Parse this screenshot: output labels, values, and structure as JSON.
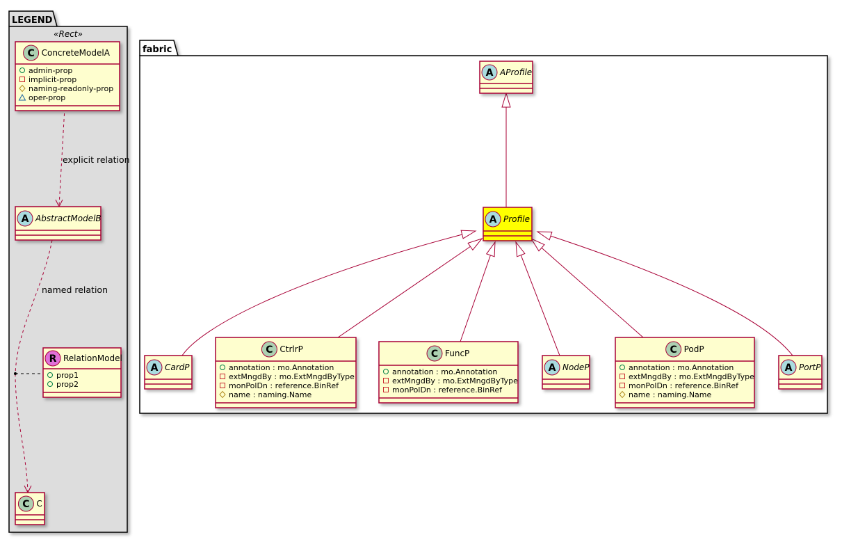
{
  "colors": {
    "border": "#A80036",
    "class_fill": "#FEFECE",
    "highlight_fill": "#FFFF00",
    "package_fill_legend": "#DDDDDD",
    "circle_class": "#ADD1B2",
    "circle_abstract": "#A9DCDF",
    "circle_relation": "#E070D8",
    "vis_public": "#038048",
    "vis_private": "#C82930",
    "vis_protected": "#B38D22",
    "vis_package": "#1963A0"
  },
  "legend": {
    "title": "LEGEND",
    "stereotype": "«Rect»",
    "explicit_label": "explicit relation",
    "named_label": "named relation"
  },
  "fabric": {
    "title": "fabric"
  },
  "classes": [
    {
      "id": "ConcreteModelA",
      "kind": "C",
      "name": "ConcreteModelA",
      "attrs": [
        [
          "+",
          "admin-prop"
        ],
        [
          "-",
          "implicit-prop"
        ],
        [
          "#",
          "naming-readonly-prop"
        ],
        [
          "~",
          "oper-prop"
        ]
      ]
    },
    {
      "id": "AbstractModelB",
      "kind": "A",
      "name": "AbstractModelB",
      "attrs": []
    },
    {
      "id": "RelationModel",
      "kind": "R",
      "name": "RelationModel",
      "attrs": [
        [
          "+",
          "prop1"
        ],
        [
          "+",
          "prop2"
        ]
      ]
    },
    {
      "id": "C",
      "kind": "C",
      "name": "C",
      "attrs": []
    },
    {
      "id": "AProfile",
      "kind": "A",
      "name": "AProfile",
      "attrs": []
    },
    {
      "id": "Profile",
      "kind": "A",
      "name": "Profile",
      "attrs": [],
      "highlight": true
    },
    {
      "id": "CardP",
      "kind": "A",
      "name": "CardP",
      "attrs": []
    },
    {
      "id": "CtrlrP",
      "kind": "C",
      "name": "CtrlrP",
      "attrs": [
        [
          "+",
          "annotation : mo.Annotation"
        ],
        [
          "-",
          "extMngdBy : mo.ExtMngdByType"
        ],
        [
          "-",
          "monPolDn : reference.BinRef"
        ],
        [
          "#",
          "name : naming.Name"
        ]
      ]
    },
    {
      "id": "FuncP",
      "kind": "C",
      "name": "FuncP",
      "attrs": [
        [
          "+",
          "annotation : mo.Annotation"
        ],
        [
          "-",
          "extMngdBy : mo.ExtMngdByType"
        ],
        [
          "-",
          "monPolDn : reference.BinRef"
        ]
      ]
    },
    {
      "id": "NodeP",
      "kind": "A",
      "name": "NodeP",
      "attrs": []
    },
    {
      "id": "PodP",
      "kind": "C",
      "name": "PodP",
      "attrs": [
        [
          "+",
          "annotation : mo.Annotation"
        ],
        [
          "-",
          "extMngdBy : mo.ExtMngdByType"
        ],
        [
          "-",
          "monPolDn : reference.BinRef"
        ],
        [
          "#",
          "name : naming.Name"
        ]
      ]
    },
    {
      "id": "PortP",
      "kind": "A",
      "name": "PortP",
      "attrs": []
    }
  ],
  "inheritance": [
    {
      "child": "Profile",
      "parent": "AProfile"
    },
    {
      "child": "CardP",
      "parent": "Profile"
    },
    {
      "child": "CtrlrP",
      "parent": "Profile"
    },
    {
      "child": "FuncP",
      "parent": "Profile"
    },
    {
      "child": "NodeP",
      "parent": "Profile"
    },
    {
      "child": "PodP",
      "parent": "Profile"
    },
    {
      "child": "PortP",
      "parent": "Profile"
    }
  ]
}
